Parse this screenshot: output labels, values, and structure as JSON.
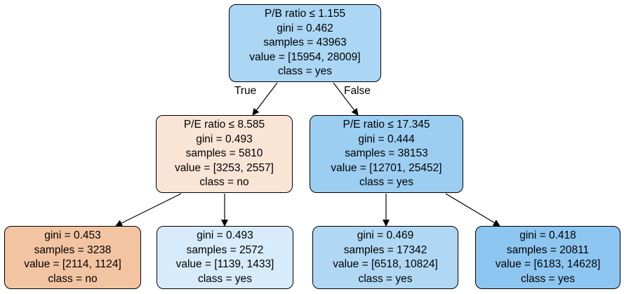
{
  "tree": {
    "nodes": {
      "root": {
        "lines": [
          "P/B ratio ≤ 1.155",
          "gini = 0.462",
          "samples = 43963",
          "value = [15954, 28009]",
          "class = yes"
        ],
        "fill": "#abd6f4"
      },
      "left": {
        "lines": [
          "P/E ratio ≤ 8.585",
          "gini = 0.493",
          "samples = 5810",
          "value = [3253, 2557]",
          "class = no"
        ],
        "fill": "#f9e4d5"
      },
      "right": {
        "lines": [
          "P/E ratio ≤ 17.345",
          "gini = 0.444",
          "samples = 38153",
          "value = [12701, 25452]",
          "class = yes"
        ],
        "fill": "#9ccef2"
      },
      "leaf_ll": {
        "lines": [
          "gini = 0.453",
          "samples = 3238",
          "value = [2114, 1124]",
          "class = no"
        ],
        "fill": "#f3c4a2"
      },
      "leaf_lr": {
        "lines": [
          "gini = 0.493",
          "samples = 2572",
          "value = [1139, 1433]",
          "class = yes"
        ],
        "fill": "#d7ebfa"
      },
      "leaf_rl": {
        "lines": [
          "gini = 0.469",
          "samples = 17342",
          "value = [6518, 10824]",
          "class = yes"
        ],
        "fill": "#b0d8f5"
      },
      "leaf_rr": {
        "lines": [
          "gini = 0.418",
          "samples = 20811",
          "value = [6183, 14628]",
          "class = yes"
        ],
        "fill": "#8dc6f0"
      }
    },
    "edge_labels": {
      "true_label": "True",
      "false_label": "False"
    }
  }
}
